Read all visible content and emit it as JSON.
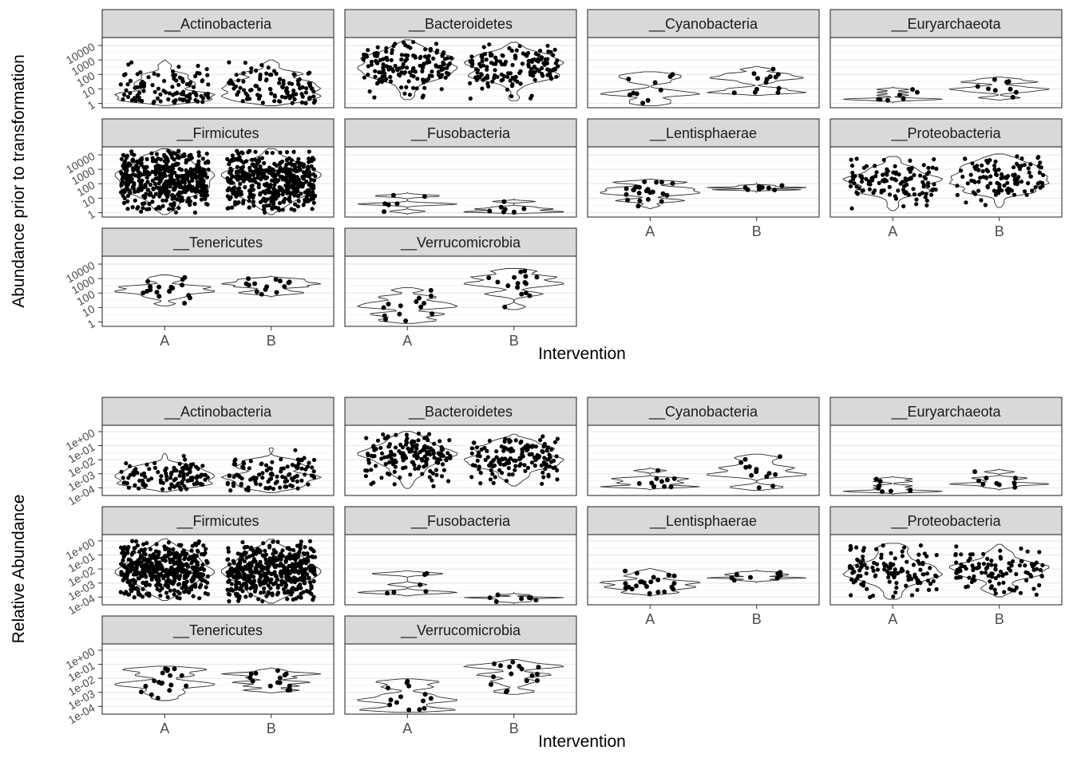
{
  "figure": {
    "background": "#ffffff",
    "strip_fill": "#d9d9d9",
    "panel_fill": "#ffffff",
    "panel_border": "#333333",
    "grid_major": "#e8e8e8",
    "grid_minor": "#f4f4f4",
    "point_color": "#000000",
    "tick_text_color": "#4d4d4d",
    "title_text_color": "#1a1a1a"
  },
  "chart_data": [
    {
      "type": "scatter",
      "subtype": "faceted-violin-jitter",
      "xlabel": "Intervention",
      "ylabel": "Abundance prior to transformation",
      "x_categories": [
        "A",
        "B"
      ],
      "y_scale": "log10",
      "y_domain": [
        -0.3,
        4.55
      ],
      "grid": true,
      "legend": "none",
      "y_ticks": [
        {
          "value": 4,
          "label": "10000"
        },
        {
          "value": 3,
          "label": "1000"
        },
        {
          "value": 2,
          "label": "100"
        },
        {
          "value": 1,
          "label": "10"
        },
        {
          "value": 0,
          "label": "1"
        }
      ],
      "facets": [
        {
          "label": "__Actinobacteria",
          "groups": [
            {
              "category": "A",
              "n": 110,
              "log10_mean": 0.9,
              "log10_sd": 0.75,
              "log10_min": 0,
              "log10_max": 2.9
            },
            {
              "category": "B",
              "n": 105,
              "log10_mean": 0.85,
              "log10_sd": 0.85,
              "log10_min": 0,
              "log10_max": 3.3
            }
          ]
        },
        {
          "label": "__Bacteroidetes",
          "groups": [
            {
              "category": "A",
              "n": 160,
              "log10_mean": 2.6,
              "log10_sd": 0.95,
              "log10_min": 0.4,
              "log10_max": 4.25
            },
            {
              "category": "B",
              "n": 150,
              "log10_mean": 2.55,
              "log10_sd": 0.95,
              "log10_min": 0.3,
              "log10_max": 4.2
            }
          ]
        },
        {
          "label": "__Cyanobacteria",
          "groups": [
            {
              "category": "A",
              "n": 10,
              "log10_mean": 0.9,
              "log10_sd": 0.7,
              "log10_min": 0,
              "log10_max": 2.2
            },
            {
              "category": "B",
              "n": 13,
              "log10_mean": 1.5,
              "log10_sd": 0.75,
              "log10_min": 0.1,
              "log10_max": 2.7
            }
          ]
        },
        {
          "label": "__Euryarchaeota",
          "groups": [
            {
              "category": "A",
              "n": 7,
              "log10_mean": 0.35,
              "log10_sd": 0.4,
              "log10_min": 0,
              "log10_max": 1.2
            },
            {
              "category": "B",
              "n": 9,
              "log10_mean": 1.0,
              "log10_sd": 0.5,
              "log10_min": 0.2,
              "log10_max": 1.9
            }
          ]
        },
        {
          "label": "__Firmicutes",
          "groups": [
            {
              "category": "A",
              "n": 450,
              "log10_mean": 2.2,
              "log10_sd": 1.15,
              "log10_min": 0,
              "log10_max": 4.3
            },
            {
              "category": "B",
              "n": 450,
              "log10_mean": 2.2,
              "log10_sd": 1.15,
              "log10_min": 0,
              "log10_max": 4.3
            }
          ]
        },
        {
          "label": "__Fusobacteria",
          "groups": [
            {
              "category": "A",
              "n": 6,
              "log10_mean": 0.7,
              "log10_sd": 0.7,
              "log10_min": 0,
              "log10_max": 2.1
            },
            {
              "category": "B",
              "n": 7,
              "log10_mean": 0.25,
              "log10_sd": 0.3,
              "log10_min": 0,
              "log10_max": 1.0
            }
          ]
        },
        {
          "label": "__Lentisphaerae",
          "groups": [
            {
              "category": "A",
              "n": 22,
              "log10_mean": 1.3,
              "log10_sd": 0.5,
              "log10_min": 0.2,
              "log10_max": 2.2
            },
            {
              "category": "B",
              "n": 8,
              "log10_mean": 1.75,
              "log10_sd": 0.18,
              "log10_min": 1.3,
              "log10_max": 2.1
            }
          ]
        },
        {
          "label": "__Proteobacteria",
          "groups": [
            {
              "category": "A",
              "n": 120,
              "log10_mean": 2.2,
              "log10_sd": 0.95,
              "log10_min": 0.2,
              "log10_max": 4.0
            },
            {
              "category": "B",
              "n": 110,
              "log10_mean": 2.3,
              "log10_sd": 0.85,
              "log10_min": 0.4,
              "log10_max": 4.0
            }
          ]
        },
        {
          "label": "__Tenericutes",
          "groups": [
            {
              "category": "A",
              "n": 18,
              "log10_mean": 2.3,
              "log10_sd": 0.55,
              "log10_min": 0.8,
              "log10_max": 3.1
            },
            {
              "category": "B",
              "n": 14,
              "log10_mean": 2.35,
              "log10_sd": 0.45,
              "log10_min": 1.3,
              "log10_max": 3.0
            }
          ]
        },
        {
          "label": "__Verrucomicrobia",
          "groups": [
            {
              "category": "A",
              "n": 14,
              "log10_mean": 0.9,
              "log10_sd": 0.75,
              "log10_min": 0,
              "log10_max": 2.3
            },
            {
              "category": "B",
              "n": 16,
              "log10_mean": 2.6,
              "log10_sd": 0.85,
              "log10_min": 0.4,
              "log10_max": 3.6
            }
          ]
        }
      ]
    },
    {
      "type": "scatter",
      "subtype": "faceted-violin-jitter",
      "xlabel": "Intervention",
      "ylabel": "Relative Abundance",
      "x_categories": [
        "A",
        "B"
      ],
      "y_scale": "log10",
      "y_domain": [
        -4.55,
        0.45
      ],
      "grid": true,
      "legend": "none",
      "y_ticks": [
        {
          "value": 0,
          "label": "1e+00"
        },
        {
          "value": -1,
          "label": "1e-01"
        },
        {
          "value": -2,
          "label": "1e-02"
        },
        {
          "value": -3,
          "label": "1e-03"
        },
        {
          "value": -4,
          "label": "1e-04"
        }
      ],
      "facets": [
        {
          "label": "__Actinobacteria",
          "groups": [
            {
              "category": "A",
              "n": 110,
              "log10_mean": -3.35,
              "log10_sd": 0.7,
              "log10_min": -4.2,
              "log10_max": -1.5
            },
            {
              "category": "B",
              "n": 105,
              "log10_mean": -3.4,
              "log10_sd": 0.8,
              "log10_min": -4.2,
              "log10_max": -1.1
            }
          ]
        },
        {
          "label": "__Bacteroidetes",
          "groups": [
            {
              "category": "A",
              "n": 160,
              "log10_mean": -1.7,
              "log10_sd": 0.95,
              "log10_min": -3.9,
              "log10_max": -0.1
            },
            {
              "category": "B",
              "n": 150,
              "log10_mean": -1.75,
              "log10_sd": 0.95,
              "log10_min": -3.9,
              "log10_max": -0.15
            }
          ]
        },
        {
          "label": "__Cyanobacteria",
          "groups": [
            {
              "category": "A",
              "n": 10,
              "log10_mean": -3.4,
              "log10_sd": 0.7,
              "log10_min": -4.3,
              "log10_max": -2.1
            },
            {
              "category": "B",
              "n": 13,
              "log10_mean": -2.8,
              "log10_sd": 0.75,
              "log10_min": -4.2,
              "log10_max": -1.6
            }
          ]
        },
        {
          "label": "__Euryarchaeota",
          "groups": [
            {
              "category": "A",
              "n": 7,
              "log10_mean": -3.95,
              "log10_sd": 0.4,
              "log10_min": -4.3,
              "log10_max": -3.1
            },
            {
              "category": "B",
              "n": 9,
              "log10_mean": -3.3,
              "log10_sd": 0.5,
              "log10_min": -4.1,
              "log10_max": -2.4
            }
          ]
        },
        {
          "label": "__Firmicutes",
          "groups": [
            {
              "category": "A",
              "n": 450,
              "log10_mean": -2.1,
              "log10_sd": 1.15,
              "log10_min": -4.3,
              "log10_max": 0.0
            },
            {
              "category": "B",
              "n": 450,
              "log10_mean": -2.1,
              "log10_sd": 1.15,
              "log10_min": -4.3,
              "log10_max": 0.0
            }
          ]
        },
        {
          "label": "__Fusobacteria",
          "groups": [
            {
              "category": "A",
              "n": 6,
              "log10_mean": -3.6,
              "log10_sd": 0.7,
              "log10_min": -4.3,
              "log10_max": -2.2
            },
            {
              "category": "B",
              "n": 7,
              "log10_mean": -4.05,
              "log10_sd": 0.3,
              "log10_min": -4.35,
              "log10_max": -3.3
            }
          ]
        },
        {
          "label": "__Lentisphaerae",
          "groups": [
            {
              "category": "A",
              "n": 22,
              "log10_mean": -3.0,
              "log10_sd": 0.5,
              "log10_min": -4.1,
              "log10_max": -2.1
            },
            {
              "category": "B",
              "n": 8,
              "log10_mean": -2.55,
              "log10_sd": 0.18,
              "log10_min": -3.0,
              "log10_max": -2.2
            }
          ]
        },
        {
          "label": "__Proteobacteria",
          "groups": [
            {
              "category": "A",
              "n": 120,
              "log10_mean": -2.1,
              "log10_sd": 0.95,
              "log10_min": -4.1,
              "log10_max": -0.3
            },
            {
              "category": "B",
              "n": 110,
              "log10_mean": -2.0,
              "log10_sd": 0.85,
              "log10_min": -3.9,
              "log10_max": -0.3
            }
          ]
        },
        {
          "label": "__Tenericutes",
          "groups": [
            {
              "category": "A",
              "n": 18,
              "log10_mean": -2.0,
              "log10_sd": 0.55,
              "log10_min": -3.5,
              "log10_max": -1.2
            },
            {
              "category": "B",
              "n": 14,
              "log10_mean": -1.95,
              "log10_sd": 0.45,
              "log10_min": -3.0,
              "log10_max": -1.3
            }
          ]
        },
        {
          "label": "__Verrucomicrobia",
          "groups": [
            {
              "category": "A",
              "n": 14,
              "log10_mean": -3.4,
              "log10_sd": 0.75,
              "log10_min": -4.3,
              "log10_max": -2.0
            },
            {
              "category": "B",
              "n": 16,
              "log10_mean": -1.7,
              "log10_sd": 0.85,
              "log10_min": -3.9,
              "log10_max": -0.7
            }
          ]
        }
      ]
    }
  ]
}
